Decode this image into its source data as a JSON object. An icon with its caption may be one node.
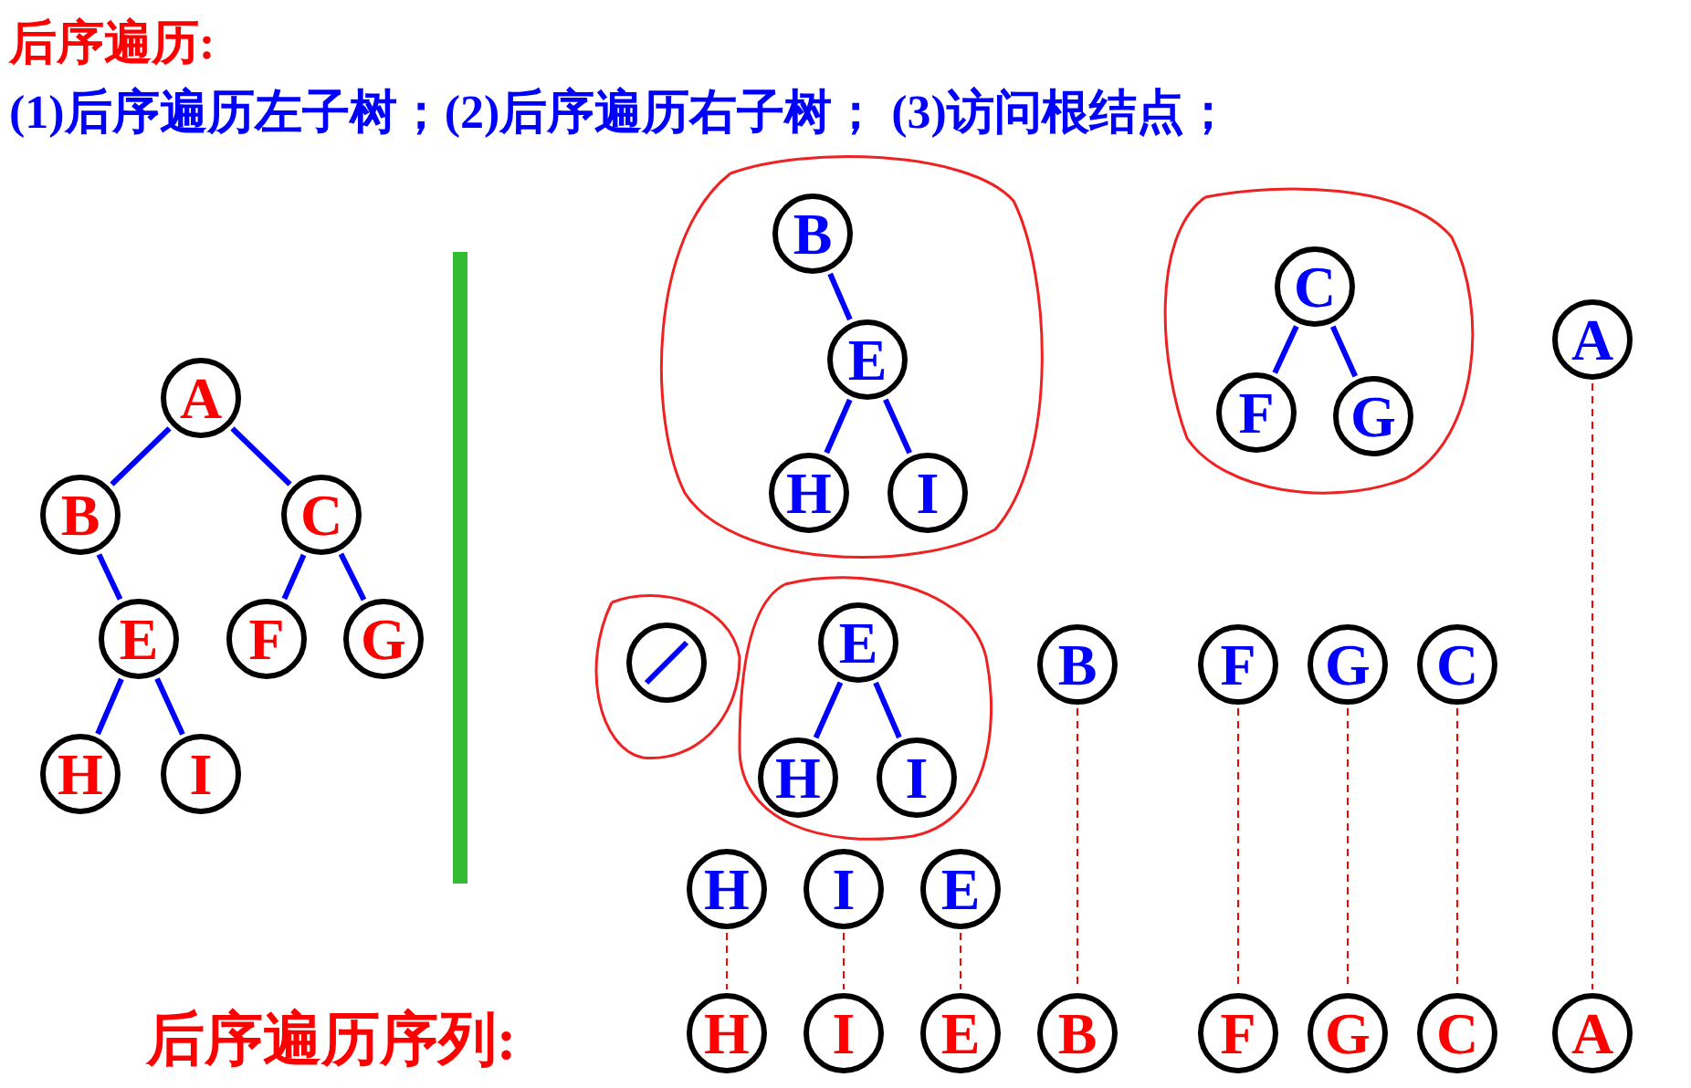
{
  "diagram": {
    "title": "后序遍历:",
    "nodes": [
      {
        "text": [
          "A"
        ]
      },
      {
        "text": [
          "B"
        ]
      },
      {
        "text": [
          "C"
        ]
      },
      {
        "text": [
          "E"
        ]
      },
      {
        "text": [
          "F"
        ]
      },
      {
        "text": [
          "G"
        ]
      },
      {
        "text": [
          "H"
        ]
      },
      {
        "text": [
          "I"
        ]
      },
      {
        "text": [
          "B"
        ]
      },
      {
        "text": [
          "E"
        ]
      },
      {
        "text": [
          "H"
        ]
      },
      {
        "text": [
          "I"
        ]
      },
      {
        "text": [
          "C"
        ]
      },
      {
        "text": [
          "F"
        ]
      },
      {
        "text": [
          "G"
        ]
      },
      {
        "text": [
          "A"
        ]
      },
      {
        "text": [],
        "shape": "circle"
      },
      {
        "text": [
          "E"
        ]
      },
      {
        "text": [
          "H"
        ]
      },
      {
        "text": [
          "I"
        ]
      },
      {
        "text": [
          "B"
        ]
      },
      {
        "text": [
          "F"
        ]
      },
      {
        "text": [
          "G"
        ]
      },
      {
        "text": [
          "C"
        ]
      },
      {
        "text": [
          "H"
        ]
      },
      {
        "text": [
          "I"
        ]
      },
      {
        "text": [
          "E"
        ]
      },
      {
        "text": [
          "H"
        ]
      },
      {
        "text": [
          "I"
        ]
      },
      {
        "text": [
          "E"
        ]
      },
      {
        "text": [
          "B"
        ]
      },
      {
        "text": [
          "F"
        ]
      },
      {
        "text": [
          "G"
        ]
      },
      {
        "text": [
          "C"
        ]
      },
      {
        "text": [
          "A"
        ]
      }
    ],
    "edges": [
      {
        "from": 0,
        "to": 1,
        "arrow": "none"
      },
      {
        "from": 0,
        "to": 2,
        "arrow": "none"
      },
      {
        "from": 1,
        "to": 3,
        "arrow": "none"
      },
      {
        "from": 2,
        "to": 4,
        "arrow": "none"
      },
      {
        "from": 2,
        "to": 5,
        "arrow": "none"
      },
      {
        "from": 3,
        "to": 6,
        "arrow": "none"
      },
      {
        "from": 3,
        "to": 7,
        "arrow": "none"
      },
      {
        "from": 8,
        "to": 9,
        "arrow": "none"
      },
      {
        "from": 9,
        "to": 10,
        "arrow": "none"
      },
      {
        "from": 9,
        "to": 11,
        "arrow": "none"
      },
      {
        "from": 12,
        "to": 13,
        "arrow": "none"
      },
      {
        "from": 12,
        "to": 14,
        "arrow": "none"
      },
      {
        "from": 17,
        "to": 18,
        "arrow": "none"
      },
      {
        "from": 17,
        "to": 19,
        "arrow": "none"
      },
      {
        "from": 24,
        "to": 27,
        "arrow": "none",
        "style": "dashed",
        "color": "#ff0000"
      },
      {
        "from": 25,
        "to": 28,
        "arrow": "none",
        "style": "dashed",
        "color": "#ff0000"
      },
      {
        "from": 26,
        "to": 29,
        "arrow": "none",
        "style": "dashed",
        "color": "#ff0000"
      },
      {
        "from": 20,
        "to": 30,
        "arrow": "none",
        "style": "dashed",
        "color": "#ff0000"
      },
      {
        "from": 21,
        "to": 31,
        "arrow": "none",
        "style": "dashed",
        "color": "#ff0000"
      },
      {
        "from": 22,
        "to": 32,
        "arrow": "none",
        "style": "dashed",
        "color": "#ff0000"
      },
      {
        "from": 23,
        "to": 33,
        "arrow": "none",
        "style": "dashed",
        "color": "#ff0000"
      },
      {
        "from": 15,
        "to": 34,
        "arrow": "none",
        "style": "dashed",
        "color": "#ff0000"
      }
    ],
    "labels": [
      "(1)后序遍历左子树；(2)后序遍历右子树； (3)访问根结点；",
      "后序遍历序列:"
    ]
  }
}
